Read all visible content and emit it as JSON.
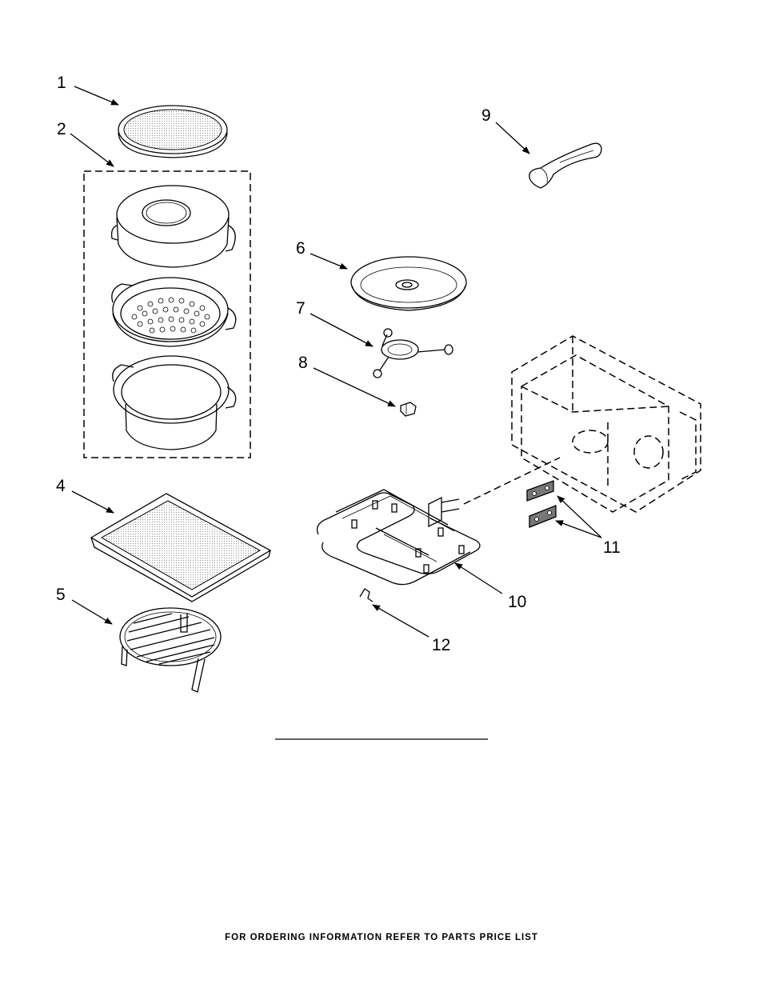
{
  "callouts": [
    "1",
    "2",
    "4",
    "5",
    "6",
    "7",
    "8",
    "9",
    "10",
    "11",
    "12"
  ],
  "footer_text": "FOR ORDERING INFORMATION REFER TO PARTS PRICE LIST",
  "colors": {
    "ink": "#000000",
    "paper": "#ffffff",
    "texture": "#c8c8c8"
  }
}
